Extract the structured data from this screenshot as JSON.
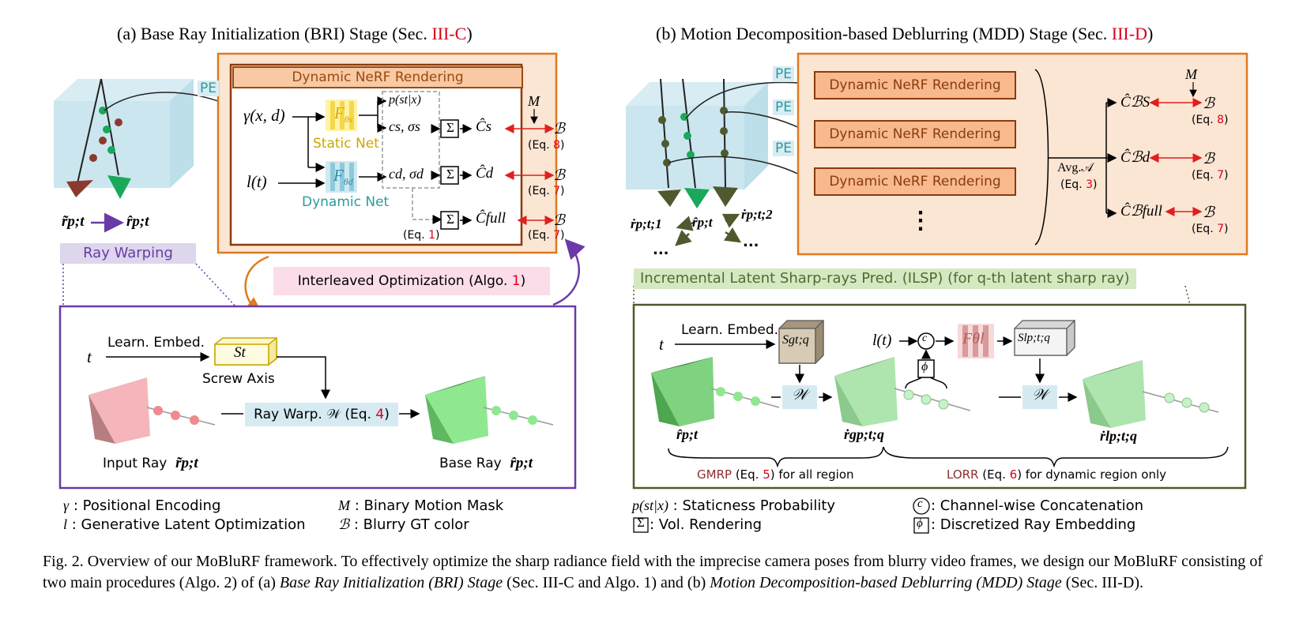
{
  "panel_a": {
    "title_prefix": "(a) Base Ray Initialization (BRI) Stage (Sec. ",
    "title_ref": "III-C",
    "title_suffix": ")",
    "pe_label": "PE",
    "nerf_title": "Dynamic NeRF Rendering",
    "gamma_label": "γ(x, d)",
    "lt_label": "l(t)",
    "static_net": "Static Net",
    "dynamic_net": "Dynamic Net",
    "f_static": "F",
    "f_static_sub": "θs",
    "f_dynamic": "F",
    "f_dynamic_sub": "θd",
    "p_label": "p(st|x)",
    "cs_label": "cs, σs",
    "cd_label": "cd, σd",
    "sigma_sym": "Σ",
    "chat_s": "Ĉs",
    "chat_d": "Ĉd",
    "chat_full": "Ĉfull",
    "m_label": "M",
    "b_label": "ℬ",
    "eq8": "(Eq. ",
    "eq8_num": "8",
    "eq8_end": ")",
    "eq7a": "(Eq. ",
    "eq7a_num": "7",
    "eq7a_end": ")",
    "eq7b": "(Eq. ",
    "eq7b_num": "7",
    "eq7b_end": ")",
    "eq1": "(Eq. ",
    "eq1_num": "1",
    "eq1_end": ")",
    "ray_tilde": "r̃p;t",
    "ray_hat": "r̂p;t",
    "ray_warping": "Ray Warping",
    "interleaved": "Interleaved Optimization (Algo. ",
    "interleaved_num": "1",
    "interleaved_end": ")",
    "t_label": "t",
    "learn_embed": "Learn. Embed.",
    "st_label": "St",
    "screw_axis": "Screw Axis",
    "ray_warp": "Ray Warp. 𝒲  (Eq. ",
    "ray_warp_num": "4",
    "ray_warp_end": ")",
    "input_ray": "Input Ray",
    "input_ray_sym": "r̃p;t",
    "base_ray": "Base Ray",
    "base_ray_sym": "r̂p;t"
  },
  "panel_b": {
    "title_prefix": "(b) Motion Decomposition-based Deblurring (MDD) Stage (Sec. ",
    "title_ref": "III-D",
    "title_suffix": ")",
    "pe_labels": [
      "PE",
      "PE",
      "PE"
    ],
    "nerf_buttons": [
      "Dynamic NeRF Rendering",
      "Dynamic NeRF Rendering",
      "Dynamic NeRF Rendering"
    ],
    "dots": "⋮",
    "avg_label": "Avg.𝒜",
    "avg_eq": "(Eq. ",
    "avg_eq_num": "3",
    "avg_eq_end": ")",
    "m_label": "M",
    "b_label": "ℬ",
    "cb_s": "ĈℬS",
    "cb_d": "Ĉℬd",
    "cb_full": "Ĉℬfull",
    "eq_top": "(Eq. ",
    "eq_top_num": "8",
    "eq_top_end": ")",
    "eq_mid": "(Eq. ",
    "eq_mid_num": "7",
    "eq_mid_end": ")",
    "eq_bot": "(Eq. ",
    "eq_bot_num": "7",
    "eq_bot_end": ")",
    "ray1": "ṙp;t;1",
    "ray_hat": "r̂p;t",
    "ray2": "ṙp;t;2",
    "ellipsis": "...",
    "ilsp": "Incremental Latent Sharp-rays Pred. (ILSP) (for q-th latent sharp ray)",
    "t_label": "t",
    "learn_embed": "Learn. Embed.",
    "s_g": "Sgt;q",
    "w_label": "𝒲",
    "lt_label": "l(t)",
    "c_label": "c",
    "phi_label": "ϕ",
    "f_l": "Fθl",
    "s_l": "Slp;t;q",
    "r_hat": "r̂p;t",
    "r_g": "ṙgp;t;q",
    "r_l": "ṙlp;t;q",
    "gmrp": "GMRP",
    "gmrp_mid": " (Eq. ",
    "gmrp_num": "5",
    "gmrp_end": ") for all region",
    "lorr": "LORR",
    "lorr_mid": " (Eq. ",
    "lorr_num": "6",
    "lorr_end": ") for dynamic region only"
  },
  "legend": {
    "gamma_sym": "γ",
    "gamma_text": " : Positional Encoding",
    "l_sym": "l",
    "l_text": " : Generative Latent Optimization",
    "m_sym": "M",
    "m_text": " : Binary Motion Mask",
    "b_sym": "ℬ",
    "b_text": " : Blurry GT color",
    "p_sym": "p(st|x)",
    "p_text": " : Staticness Probability",
    "sigma_sym": "Σ",
    "sigma_text": " : Vol. Rendering",
    "c_sym": "c",
    "c_text": " : Channel-wise Concatenation",
    "phi_sym": "ϕ",
    "phi_text": " : Discretized Ray Embedding"
  },
  "caption": {
    "prefix": "Fig. 2.  Overview of our MoBluRF framework. To effectively optimize the sharp radiance field with the imprecise camera poses from blurry video frames, we design our MoBluRF consisting of two main procedures (Algo. 2) of (a) ",
    "bri": "Base Ray Initialization (BRI) Stage",
    "mid": " (Sec. III-C and Algo. 1) and (b) ",
    "mdd": "Motion Decomposition-based Deblurring (MDD) Stage",
    "end": " (Sec. III-D)."
  },
  "colors": {
    "orange": "#e07a1f",
    "peach": "#fbe5d3",
    "purple": "#6a3aa8",
    "olive": "#4e6b2f",
    "red_arrow": "#e0201c",
    "teal": "#2d9b9b",
    "gold": "#c9a800"
  }
}
